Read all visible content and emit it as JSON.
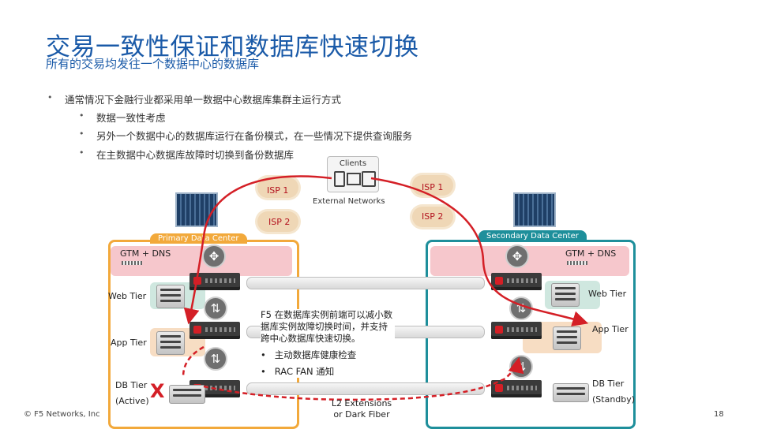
{
  "title": "交易一致性保证和数据库快速切换",
  "subtitle": "所有的交易均发往一个数据中心的数据库",
  "bullets": {
    "main": "通常情况下金融行业都采用单一数据中心数据库集群主运行方式",
    "sub": [
      "数据一致性考虑",
      "另外一个数据中心的数据库运行在备份模式，在一些情况下提供查询服务",
      "在主数据中心数据库故障时切换到备份数据库"
    ]
  },
  "diagram": {
    "clients": "Clients",
    "isp_left_1": "ISP 1",
    "isp_right_1": "ISP 1",
    "isp_left_2": "ISP 2",
    "isp_right_2": "ISP 2",
    "external_networks": "External Networks",
    "primary_dc": "Primary Data Center",
    "secondary_dc": "Secondary Data Center",
    "gtm_dns_left": "GTM + DNS",
    "gtm_dns_right": "GTM + DNS",
    "web_tier_left": "Web Tier",
    "web_tier_right": "Web Tier",
    "app_tier_left": "App Tier",
    "app_tier_right": "App Tier",
    "db_tier_left": "DB Tier",
    "db_active": "(Active)",
    "db_tier_right": "DB Tier",
    "db_standby": "(Standby)",
    "fail_mark": "X",
    "l2_extensions": "L2 Extensions\nor Dark Fiber",
    "callout": {
      "text": "F5 在数据库实例前端可以减小数据库实例故障切换时间，并支持跨中心数据库快速切换。",
      "items": [
        "主动数据库健康检查",
        "RAC FAN 通知"
      ]
    },
    "colors": {
      "primary_zone": "#f2a93b",
      "secondary_zone": "#1e8f9b",
      "failover_path": "#d41f26",
      "accent_title": "#1a5aa8"
    }
  },
  "footer": {
    "copyright": "© F5 Networks, Inc",
    "page_number": "18"
  }
}
